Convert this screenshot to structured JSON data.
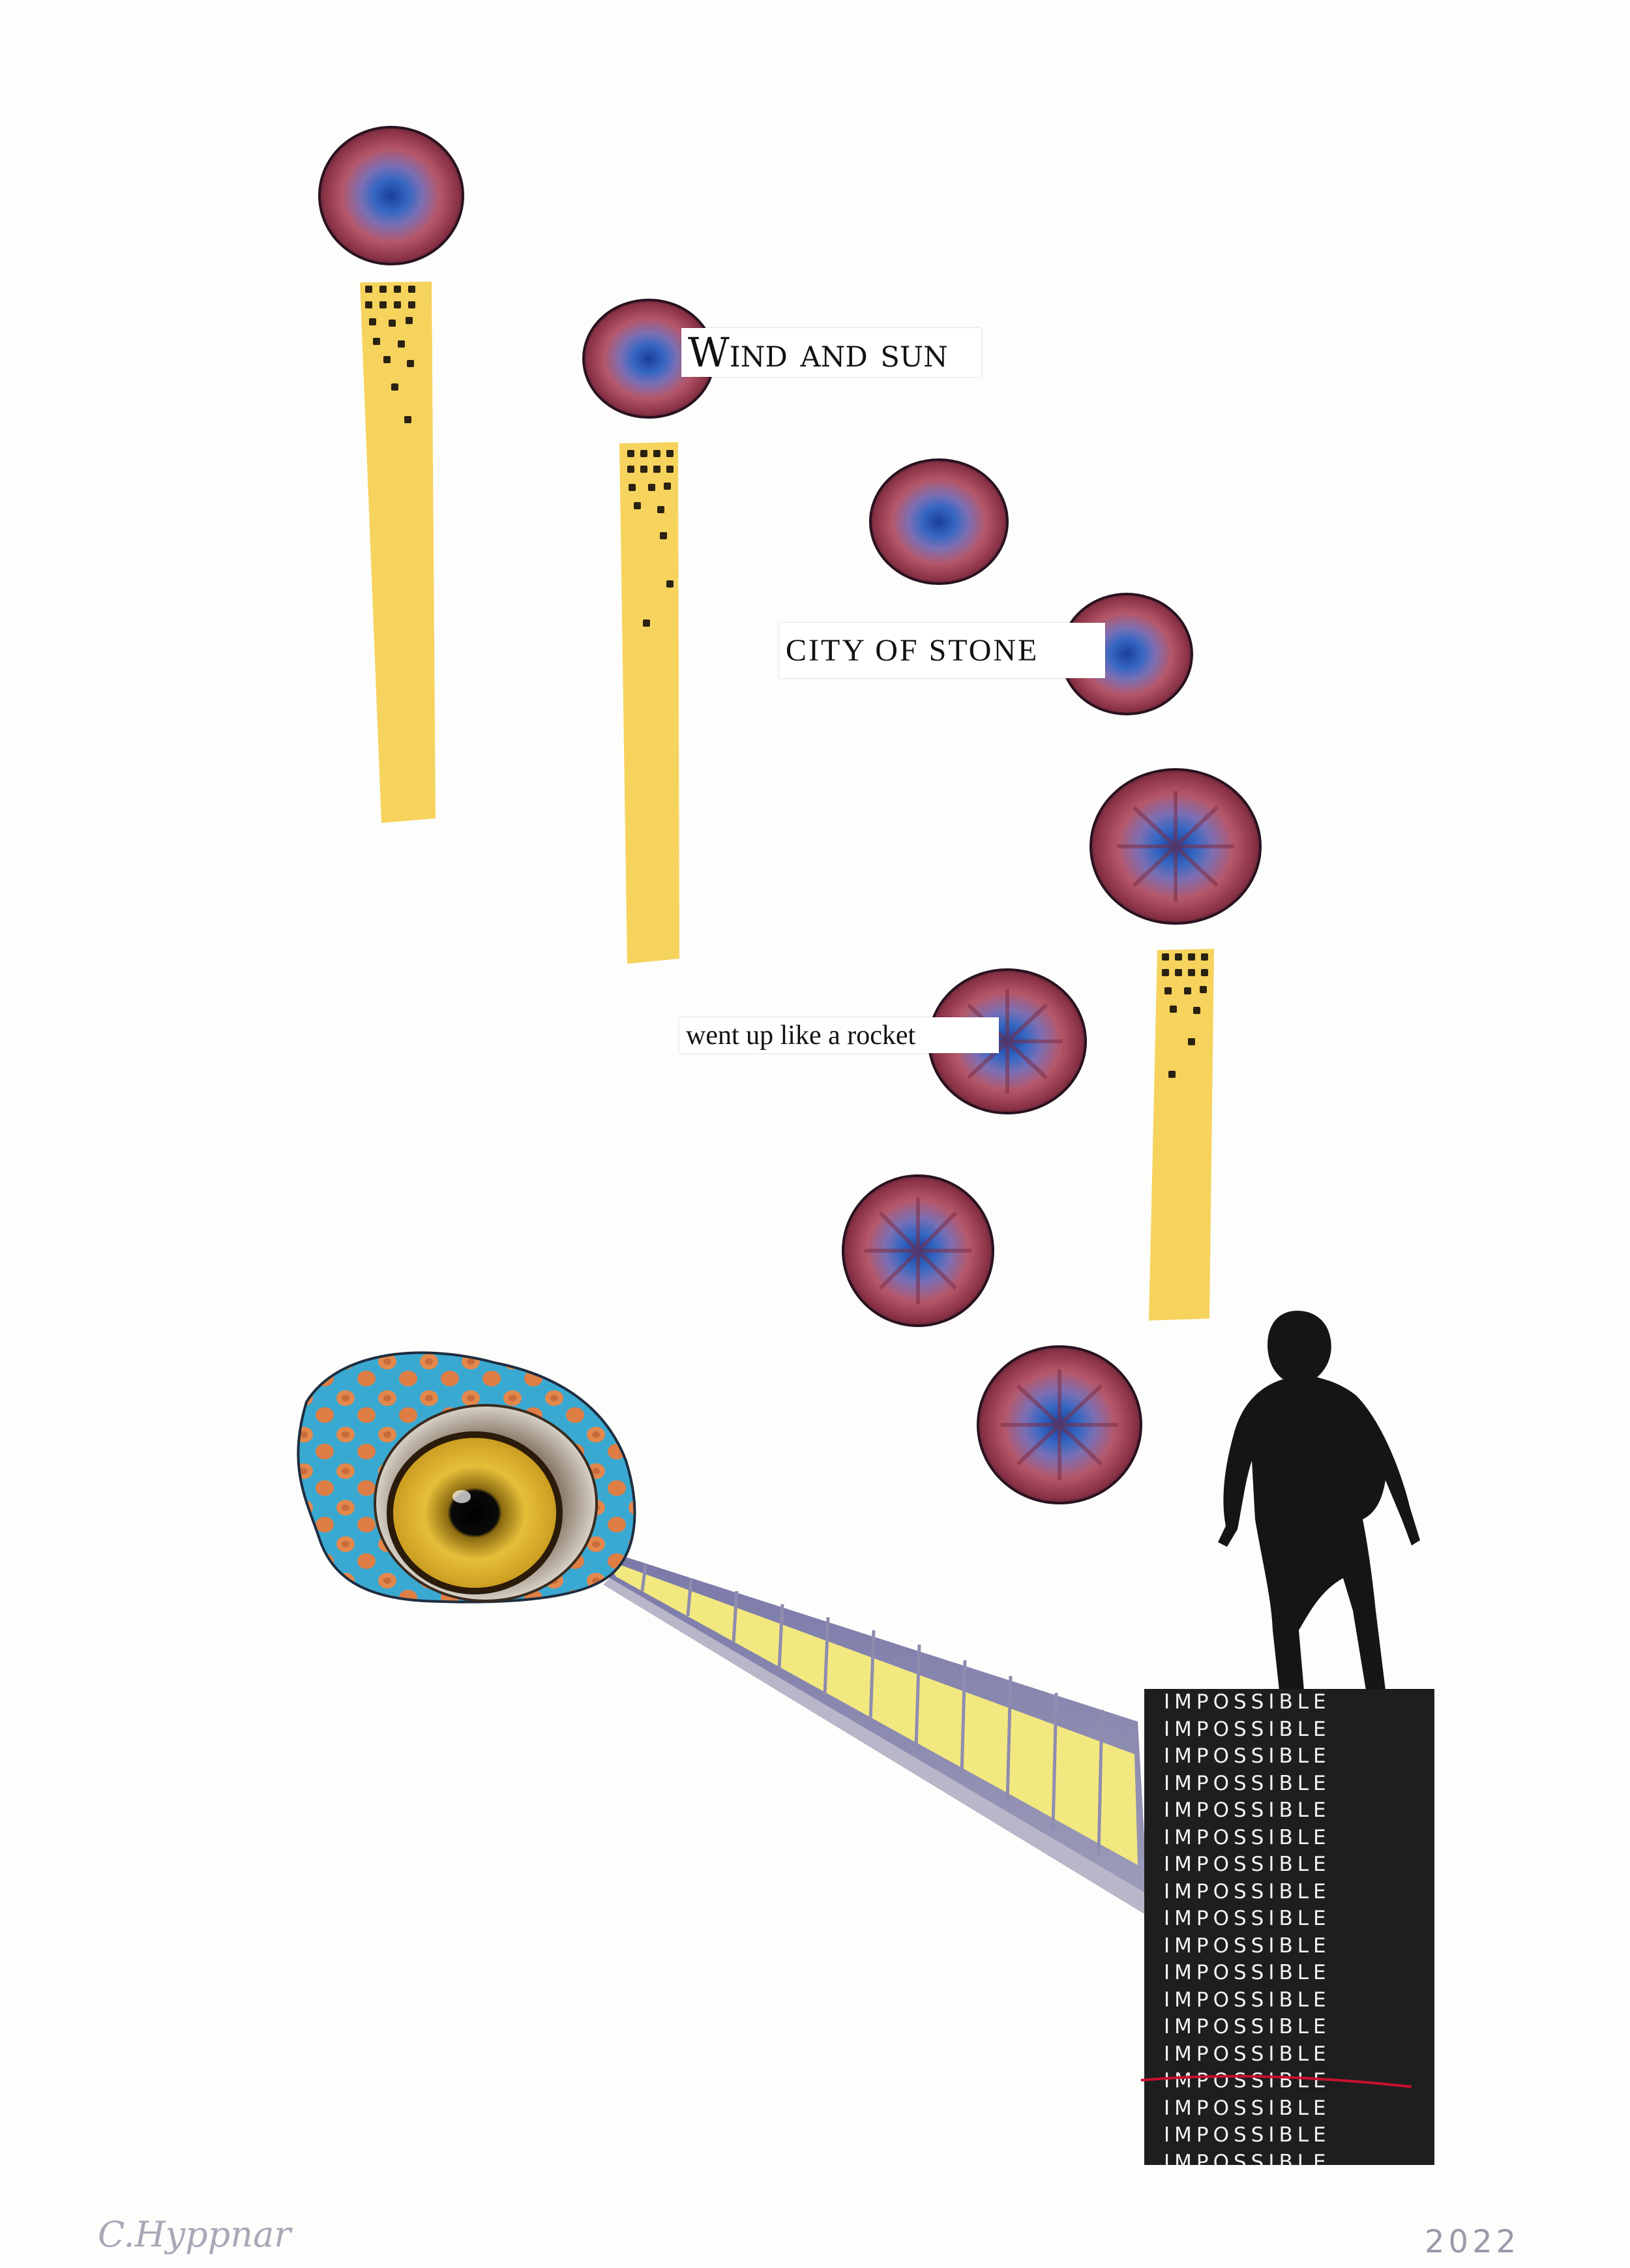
{
  "texts": {
    "wind_and_sun": "Wind and sun",
    "city_of_stone": "CITY OF STONE",
    "went_up": "went up like a rocket",
    "signature": "C.Hyppnar",
    "year": "2022"
  },
  "impossible": {
    "word": "IMPOSSIBLE",
    "lines": [
      "IMPOSSIBLE",
      "IMPOSSIBLE",
      "IMPOSSIBLE",
      "IMPOSSIBLE",
      "IMPOSSIBLE",
      "IMPOSSIBLE",
      "IMPOSSIBLE",
      "IMPOSSIBLE",
      "IMPOSSIBLE",
      "IMPOSSIBLE",
      "IMPOSSIBLE",
      "IMPOSSIBLE",
      "IMPOSSIBLE",
      "IMPOSSIBLE",
      "IMPOSSIBLE",
      "IMPOSSIBLE",
      "IMPOSSIBLE",
      "IMPOSSIBLE"
    ]
  },
  "colors": {
    "paper": "#fdfdfc",
    "match_yellow": "#f6d35c",
    "flower_red": "#a54352",
    "flower_blue": "#2c5fb8",
    "silhouette": "#151515",
    "box_black": "#1e1e1e",
    "underline_red": "#c8102e",
    "gecko_blue": "#38a7cf",
    "gecko_orange": "#e08a4a",
    "eye_yellow": "#e2b52c"
  }
}
